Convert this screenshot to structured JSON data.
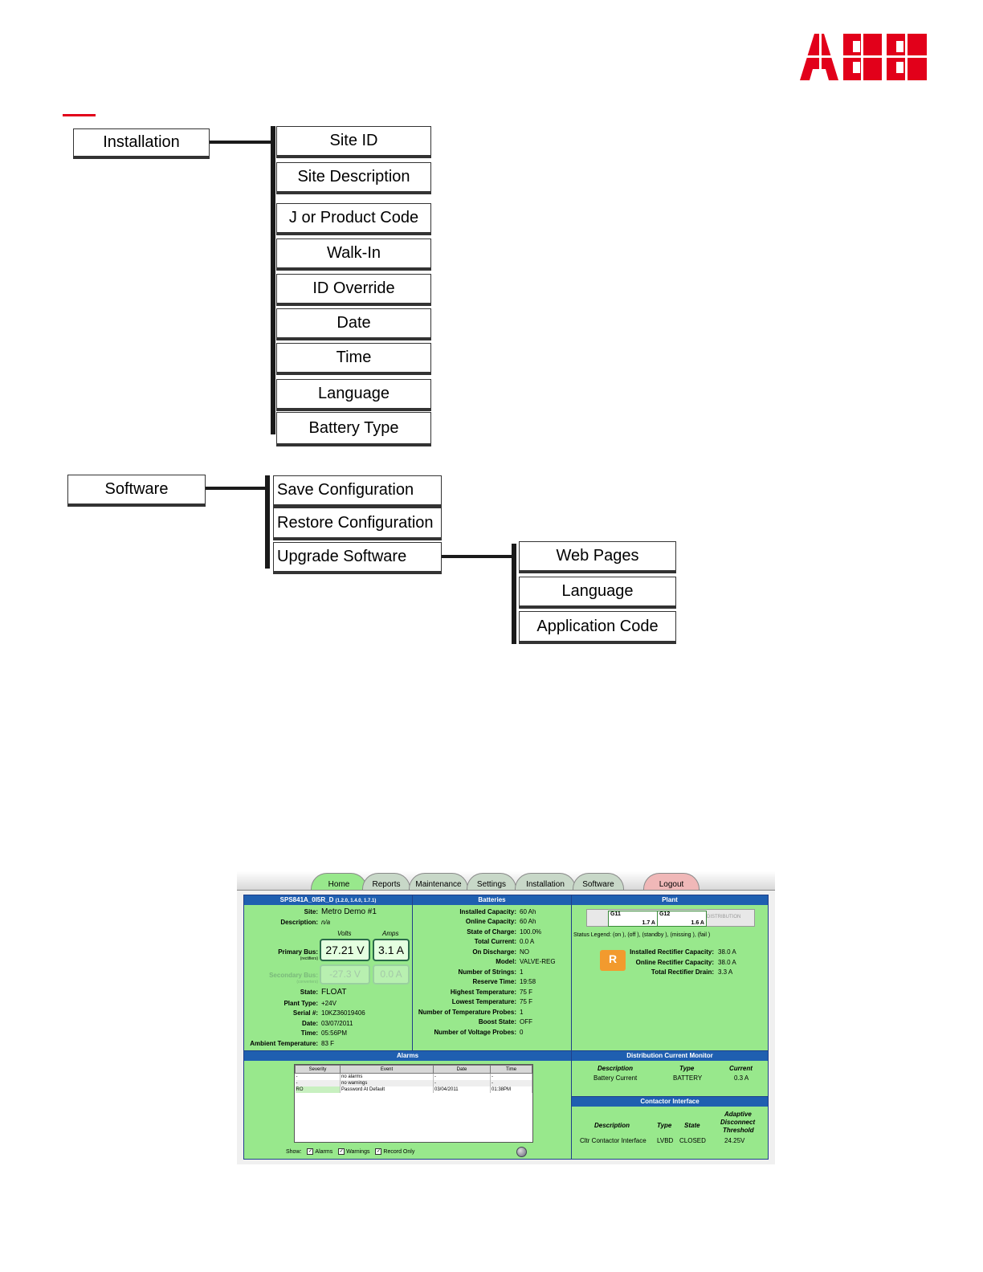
{
  "brand": {
    "logo_text": "ABB",
    "accent_color": "#e2001a"
  },
  "tree": {
    "installation": {
      "root": "Installation",
      "children": [
        "Site ID",
        "Site Description",
        "J or Product Code",
        "Walk-In",
        "ID Override",
        "Date",
        "Time",
        "Language",
        "Battery Type"
      ]
    },
    "software": {
      "root": "Software",
      "children": [
        "Save Configuration",
        "Restore Configuration",
        "Upgrade Software"
      ],
      "upgrade_children": [
        "Web Pages",
        "Language",
        "Application Code"
      ]
    }
  },
  "screenshot": {
    "tabs": [
      "Home",
      "Reports",
      "Maintenance",
      "Settings",
      "Installation",
      "Software",
      "Logout"
    ],
    "system": {
      "title": "SPS841A_0I5R_D",
      "version": "(1.2.0, 1.4.0, 1.7.1)",
      "site_label": "Site:",
      "site": "Metro Demo #1",
      "description_label": "Description:",
      "description": "n/a",
      "volts_header": "Volts",
      "amps_header": "Amps",
      "primary_label": "Primary Bus:",
      "primary_sub": "(rectifiers)",
      "primary_volts": "27.21 V",
      "primary_amps": "3.1 A",
      "secondary_label": "Secondary Bus:",
      "secondary_sub": "(converters)",
      "secondary_volts": "-27.3 V",
      "secondary_amps": "0.0 A",
      "rows": [
        {
          "label": "State:",
          "value": "FLOAT"
        },
        {
          "label": "Plant Type:",
          "value": "+24V"
        },
        {
          "label": "Serial #:",
          "value": "10KZ36019406"
        },
        {
          "label": "Date:",
          "value": "03/07/2011"
        },
        {
          "label": "Time:",
          "value": "05:56PM"
        },
        {
          "label": "Ambient Temperature:",
          "value": "83 F"
        }
      ]
    },
    "batteries": {
      "title": "Batteries",
      "rows": [
        {
          "label": "Installed Capacity:",
          "value": "60 Ah"
        },
        {
          "label": "Online Capacity:",
          "value": "60 Ah"
        },
        {
          "label": "State of Charge:",
          "value": "100.0%"
        },
        {
          "label": "Total Current:",
          "value": "0.0 A"
        },
        {
          "label": "On Discharge:",
          "value": "NO"
        },
        {
          "label": "Model:",
          "value": "VALVE-REG"
        },
        {
          "label": "Number of Strings:",
          "value": "1"
        },
        {
          "label": "Reserve Time:",
          "value": "19:58"
        },
        {
          "label": "Highest Temperature:",
          "value": "75 F"
        },
        {
          "label": "Lowest Temperature:",
          "value": "75 F"
        },
        {
          "label": "Number of Temperature Probes:",
          "value": "1"
        },
        {
          "label": "Boost State:",
          "value": "OFF"
        },
        {
          "label": "Number of Voltage Probes:",
          "value": "0"
        }
      ]
    },
    "plant": {
      "title": "Plant",
      "g11": "G11",
      "g11_amps": "1.7 A",
      "g12": "G12",
      "g12_amps": "1.6 A",
      "dist": "DISTRIBUTION",
      "legend": "Status Legend: (on ), (off ), (standby ), (missing ), (fail )",
      "rect_icon": "R",
      "rows": [
        {
          "label": "Installed Rectifier Capacity:",
          "value": "38.0 A"
        },
        {
          "label": "Online Rectifier Capacity:",
          "value": "38.0 A"
        },
        {
          "label": "Total Rectifier Drain:",
          "value": "3.3 A"
        }
      ]
    },
    "alarms": {
      "title": "Alarms",
      "headers": [
        "Severity",
        "Event",
        "Date",
        "Time"
      ],
      "rows": [
        [
          "-",
          "no alarms",
          "-",
          "-"
        ],
        [
          "-",
          "no warnings",
          "-",
          "-"
        ],
        [
          "RO",
          "Password At Default",
          "03/04/2011",
          "01:38PM"
        ]
      ],
      "show_label": "Show:",
      "alarms_cb": "Alarms",
      "warnings_cb": "Warnings",
      "record_cb": "Record Only"
    },
    "distribution": {
      "title": "Distribution Current Monitor",
      "headers": [
        "Description",
        "Type",
        "Current"
      ],
      "row": [
        "Battery Current",
        "BATTERY",
        "0.3 A"
      ]
    },
    "contactor": {
      "title": "Contactor Interface",
      "headers": [
        "Description",
        "Type",
        "State",
        "Adaptive",
        "Disconnect",
        "Threshold"
      ],
      "row": [
        "Cltr Contactor Interface",
        "LVBD",
        "CLOSED",
        "24.25V"
      ]
    }
  }
}
